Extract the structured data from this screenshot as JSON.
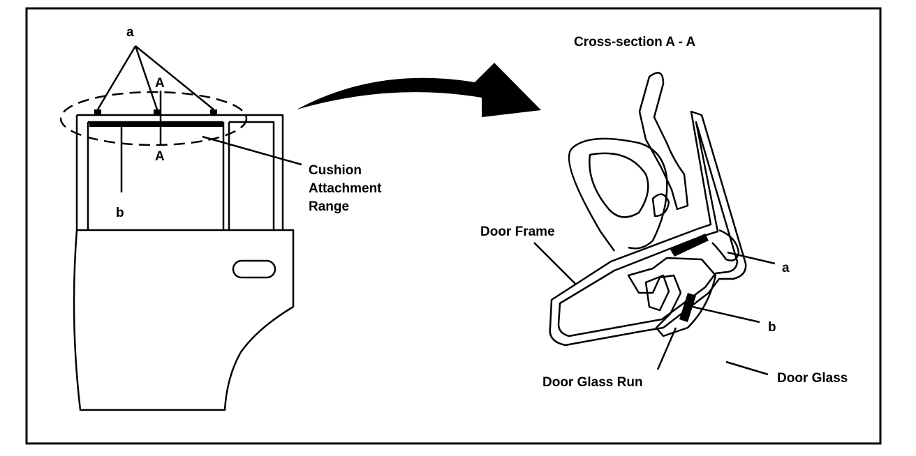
{
  "door": {
    "label_a": "a",
    "label_b": "b",
    "section_top": "A",
    "section_bottom": "A",
    "cushion_line1": "Cushion",
    "cushion_line2": "Attachment",
    "cushion_line3": "Range"
  },
  "section": {
    "title": "Cross-section A - A",
    "door_frame": "Door Frame",
    "label_a": "a",
    "label_b": "b",
    "door_glass_run": "Door Glass Run",
    "door_glass": "Door Glass"
  },
  "colors": {
    "ink": "#000000",
    "paper": "#ffffff"
  }
}
